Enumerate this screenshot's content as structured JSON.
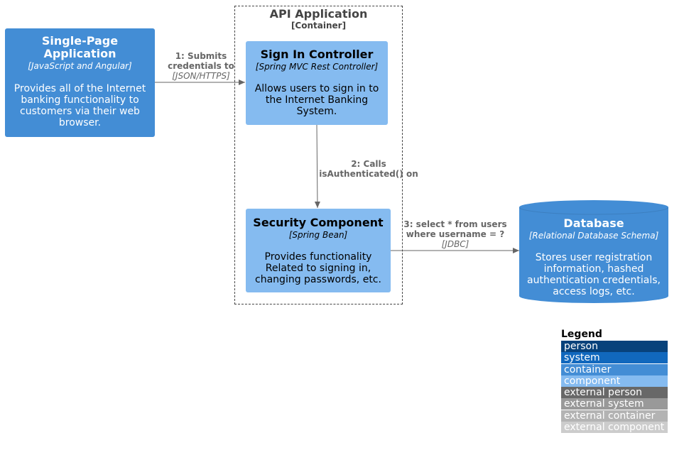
{
  "boundary": {
    "title": "API Application",
    "type": "[Container]"
  },
  "spa": {
    "title": "Single-Page Application",
    "tech": "[JavaScript and Angular]",
    "desc": "Provides all of the Internet banking functionality to customers via their web browser.",
    "color": "#438DD5"
  },
  "sign_in": {
    "title": "Sign In Controller",
    "tech": "[Spring MVC Rest Controller]",
    "desc": "Allows users to sign in to the Internet Banking System.",
    "color": "#85BBF0"
  },
  "security": {
    "title": "Security Component",
    "tech": "[Spring Bean]",
    "desc": "Provides functionality Related to signing in, changing passwords, etc.",
    "color": "#85BBF0"
  },
  "database": {
    "title": "Database",
    "tech": "[Relational Database Schema]",
    "desc": "Stores user registration information, hashed authentication credentials, access logs, etc.",
    "color": "#438DD5"
  },
  "relations": [
    {
      "label_line1": "1: Submits",
      "label_line2": "credentials to",
      "tech": "[JSON/HTTPS]"
    },
    {
      "label_line1": "2: Calls",
      "label_line2": "isAuthenticated() on",
      "tech": ""
    },
    {
      "label_line1": "3: select * from users",
      "label_line2": "where username = ?",
      "tech": "[JDBC]"
    }
  ],
  "legend": {
    "title": "Legend",
    "items": [
      {
        "label": "person",
        "color": "#08427B"
      },
      {
        "label": "system",
        "color": "#1168BD"
      },
      {
        "label": "container",
        "color": "#438DD5"
      },
      {
        "label": "component",
        "color": "#85BBF0"
      },
      {
        "label": "external person",
        "color": "#686868"
      },
      {
        "label": "external system",
        "color": "#999999"
      },
      {
        "label": "external container",
        "color": "#B3B3B3"
      },
      {
        "label": "external component",
        "color": "#CCCCCC"
      }
    ]
  }
}
